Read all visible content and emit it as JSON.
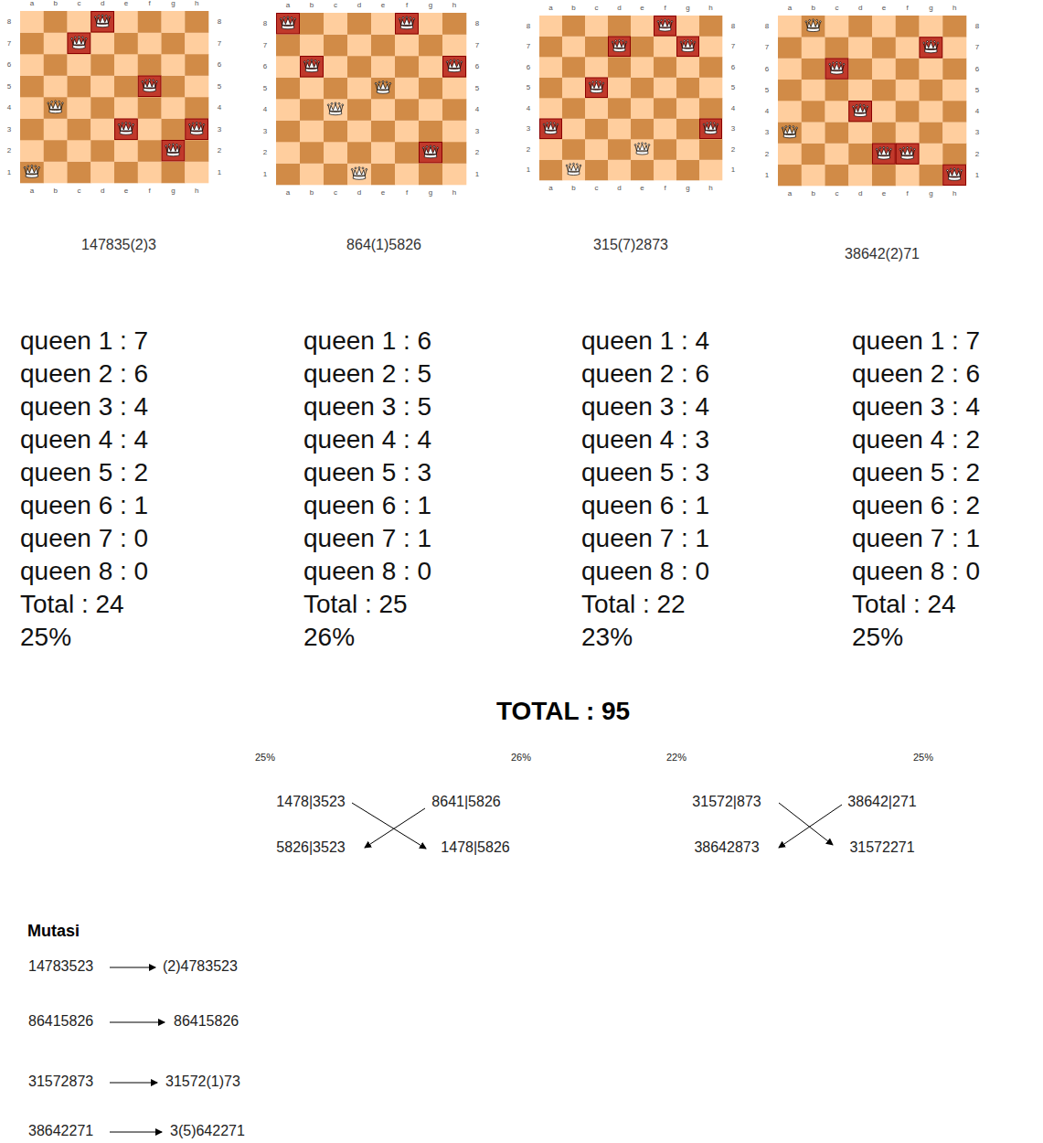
{
  "diagram": {
    "labels": [
      "a",
      "b",
      "c",
      "d",
      "e",
      "f",
      "g",
      "h",
      "8",
      "7",
      "6",
      "5",
      "4",
      "3",
      "2",
      "1",
      "8",
      "7",
      "6",
      "5",
      "4",
      "3",
      "2",
      "1",
      "a",
      "b",
      "c",
      "d",
      "e",
      "f",
      "g",
      "h",
      "a",
      "b",
      "c",
      "d",
      "e",
      "f",
      "g",
      "h",
      "8",
      "7",
      "6",
      "5",
      "4",
      "3",
      "2",
      "1",
      "8",
      "7",
      "6",
      "5",
      "4",
      "3",
      "2",
      "1",
      "a",
      "b",
      "c",
      "d",
      "e",
      "f",
      "g",
      "h",
      "a",
      "b",
      "c",
      "d",
      "e",
      "f",
      "g",
      "h",
      "8",
      "7",
      "6",
      "5",
      "4",
      "3",
      "2",
      "1",
      "8",
      "7",
      "6",
      "5",
      "4",
      "3",
      "2",
      "1",
      "a",
      "b",
      "c",
      "d",
      "e",
      "f",
      "g",
      "h",
      "a",
      "b",
      "c",
      "d",
      "e",
      "f",
      "g",
      "h",
      "8",
      "7",
      "6",
      "5",
      "4",
      "3",
      "2",
      "1",
      "8",
      "7",
      "6",
      "5",
      "4",
      "3",
      "2",
      "1",
      "a",
      "b",
      "c",
      "d",
      "e",
      "f",
      "g",
      "h",
      "147835(2)3",
      "864(1)5826",
      "315(7)2873",
      "38642(2)71",
      "queen 1 : 7",
      "queen 2 : 6",
      "queen 3 : 4",
      "queen 4 : 4",
      "queen 5 : 2",
      "queen 6 : 1",
      "queen 7 : 0",
      "queen 8 : 0",
      "Total : 24",
      "25%",
      "queen 1 : 6",
      "queen 2 : 5",
      "queen 3 : 5",
      "queen 4 : 4",
      "queen 5 : 3",
      "queen 6 : 1",
      "queen 7 : 1",
      "queen 8 : 0",
      "Total : 25",
      "26%",
      "queen 1 : 4",
      "queen 2 : 6",
      "queen 3 : 4",
      "queen 4 : 3",
      "queen 5 : 3",
      "queen 6 : 1",
      "queen 7 : 1",
      "queen 8 : 0",
      "Total : 22",
      "23%",
      "queen 1 : 7",
      "queen 2 : 6",
      "queen 3 : 4",
      "queen 4 : 2",
      "queen 5 : 2",
      "queen 6 : 2",
      "queen 7 : 1",
      "queen 8 : 0",
      "Total : 24",
      "25%",
      "TOTAL : 95",
      "25%",
      "26%",
      "22%",
      "25%",
      "1478|3523",
      "8641|5826",
      "31572|873",
      "38642|271",
      "5826|3523",
      "1478|5826",
      "38642873",
      "31572271",
      "Mutasi",
      "14783523",
      "(2)4783523",
      "86415826",
      "86415826",
      "31572873",
      "31572(1)73",
      "38642271",
      "3(5)642271"
    ]
  }
}
